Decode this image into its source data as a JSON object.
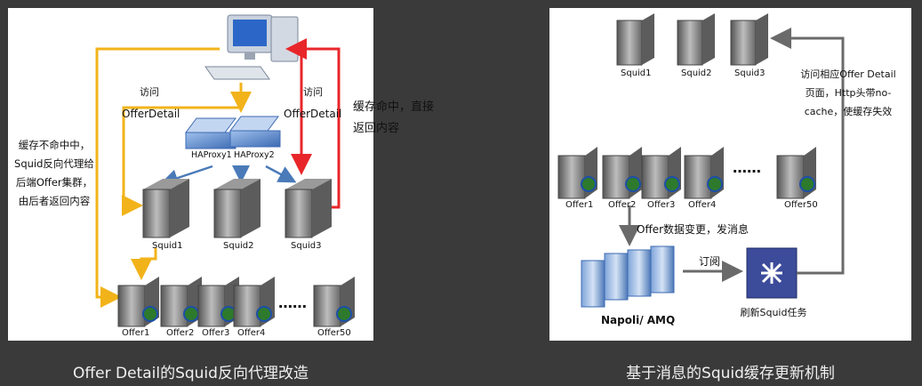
{
  "left": {
    "caption": "Offer Detail的Squid反向代理改造",
    "labels": {
      "visit_left_1": "访问",
      "visit_left_2": "OfferDetail",
      "visit_right_1": "访问",
      "visit_right_2": "OfferDetail",
      "cache_hit": "缓存命中，直接返回内容",
      "cache_miss": "缓存不命中中，Squid反向代理给后端Offer集群，由后者返回内容",
      "haproxy1": "HAProxy1",
      "haproxy2": "HAProxy2",
      "squid1": "Squid1",
      "squid2": "Squid2",
      "squid3": "Squid3",
      "offer1": "Offer1",
      "offer2": "Offer2",
      "offer3": "Offer3",
      "offer4": "Offer4",
      "offer50": "Offer50",
      "dots": "……"
    }
  },
  "right": {
    "caption": "基于消息的Squid缓存更新机制",
    "labels": {
      "squid1": "Squid1",
      "squid2": "Squid2",
      "squid3": "Squid3",
      "offer1": "Offer1",
      "offer2": "Offer2",
      "offer3": "Offer3",
      "offer4": "Offer4",
      "offer50": "Offer50",
      "dots": "……",
      "offer_change": "Offer数据变更，发消息",
      "subscribe": "订阅",
      "napoli": "Napoli/ AMQ",
      "refresh_task": "刷新Squid任务",
      "visit_note": "访问相应Offer Detail页面，Http头带no-cache，使缓存失效"
    }
  },
  "colors": {
    "red_arrow": "#e8262a",
    "yellow_arrow": "#f2b31a",
    "blue_arrow": "#4a7ab8",
    "gray_arrow": "#6a6a6a"
  }
}
